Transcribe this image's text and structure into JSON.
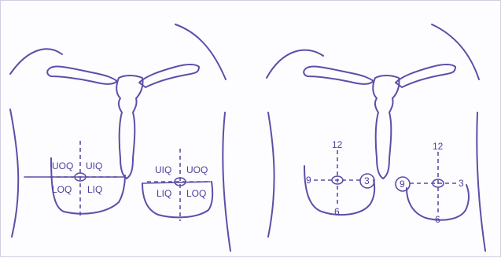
{
  "colors": {
    "ink": "#5b4fa8",
    "background": "#fdfdff"
  },
  "left_panel": {
    "right_breast_labels": {
      "uoq": "UOQ",
      "uiq": "UIQ",
      "loq": "LOQ",
      "liq": "LIQ"
    },
    "left_breast_labels": {
      "uiq": "UIQ",
      "uoq": "UOQ",
      "liq": "LIQ",
      "loq": "LOQ"
    }
  },
  "right_panel": {
    "right_breast_clock": {
      "top": "12",
      "left": "9",
      "right": "3",
      "bottom": "6"
    },
    "left_breast_clock": {
      "top": "12",
      "left": "9",
      "right": "3",
      "bottom": "6"
    }
  }
}
